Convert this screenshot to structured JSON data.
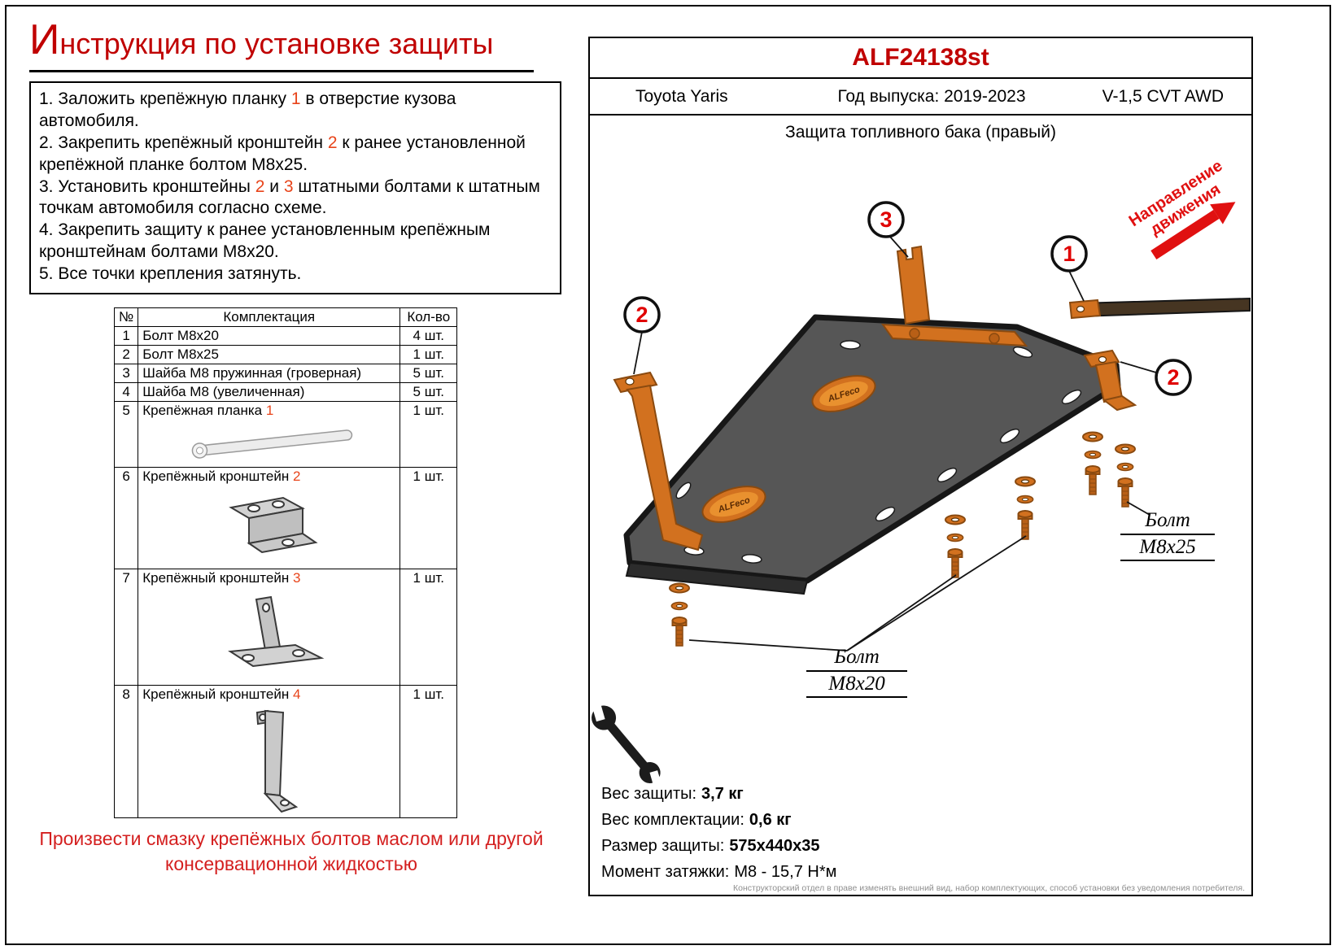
{
  "title": "Инструкция по установке защиты",
  "instructions": {
    "steps": [
      {
        "segments": [
          {
            "t": "1. Заложить крепёжную планку "
          },
          {
            "t": "1",
            "red": true
          },
          {
            "t": " в отверстие кузова автомобиля."
          }
        ]
      },
      {
        "segments": [
          {
            "t": "2. Закрепить крепёжный кронштейн "
          },
          {
            "t": "2",
            "red": true
          },
          {
            "t": " к ранее установленной крепёжной планке болтом М8х25."
          }
        ]
      },
      {
        "segments": [
          {
            "t": "3. Установить кронштейны "
          },
          {
            "t": "2",
            "red": true
          },
          {
            "t": " и "
          },
          {
            "t": "3",
            "red": true
          },
          {
            "t": " штатными болтами к штатным точкам автомобиля согласно схеме."
          }
        ]
      },
      {
        "segments": [
          {
            "t": "4. Закрепить защиту к ранее установленным крепёжным кронштейнам болтами М8х20."
          }
        ]
      },
      {
        "segments": [
          {
            "t": "5. Все точки крепления затянуть."
          }
        ]
      }
    ]
  },
  "parts_table": {
    "headers": {
      "num": "№",
      "name": "Комплектация",
      "qty": "Кол-во"
    },
    "rows": [
      {
        "num": "1",
        "name": "Болт М8х20",
        "qty": "4 шт."
      },
      {
        "num": "2",
        "name": "Болт М8х25",
        "qty": "1 шт."
      },
      {
        "num": "3",
        "name": "Шайба М8 пружинная (гроверная)",
        "qty": "5 шт."
      },
      {
        "num": "4",
        "name": "Шайба М8 (увеличенная)",
        "qty": "5 шт."
      },
      {
        "num": "5",
        "name": "Крепёжная планка ",
        "red_num": "1",
        "qty": "1 шт.",
        "image": "plank"
      },
      {
        "num": "6",
        "name": "Крепёжный кронштейн ",
        "red_num": "2",
        "qty": "1 шт.",
        "image": "bracket2"
      },
      {
        "num": "7",
        "name": "Крепёжный кронштейн ",
        "red_num": "3",
        "qty": "1 шт.",
        "image": "bracket3"
      },
      {
        "num": "8",
        "name": "Крепёжный кронштейн ",
        "red_num": "4",
        "qty": "1 шт.",
        "image": "bracket4"
      }
    ]
  },
  "lubrication_note": "Произвести смазку крепёжных болтов маслом или другой консервационной жидкостью",
  "panel": {
    "part_code": "ALF24138st",
    "vehicle": "Toyota Yaris",
    "year_label": "Год выпуска: 2019-2023",
    "engine": "V-1,5 CVT AWD",
    "subtitle": "Защита топливного бака (правый)",
    "direction_line1": "Направление",
    "direction_line2": "движения",
    "callouts": [
      "3",
      "1",
      "2",
      "2"
    ],
    "labels": {
      "m8x25": {
        "line1": "Болт",
        "line2": "М8х25"
      },
      "m8x20": {
        "line1": "Болт",
        "line2": "М8х20"
      }
    },
    "badge": "ALFeco",
    "specs": [
      {
        "label": "Вес защиты:",
        "value": "3,7 кг",
        "strong": true
      },
      {
        "label": "Вес комплектации:",
        "value": "0,6 кг",
        "strong": true
      },
      {
        "label": "Размер защиты:",
        "value": "575х440х35",
        "strong": true
      },
      {
        "label": "Момент затяжки:",
        "value": "М8 - 15,7 Н*м",
        "strong": false
      }
    ],
    "disclaimer": "Конструкторский отдел в праве изменять внешний вид, набор комплектующих, способ установки без уведомления потребителя."
  },
  "colors": {
    "title_red": "#c00000",
    "part_red": "#e8441a",
    "note_red": "#d41f1f",
    "callout_red": "#e00000",
    "arrow_red": "#e01010",
    "orange": "#d2711f",
    "orange_dark": "#8a4a10",
    "plate_gray": "#565656"
  }
}
